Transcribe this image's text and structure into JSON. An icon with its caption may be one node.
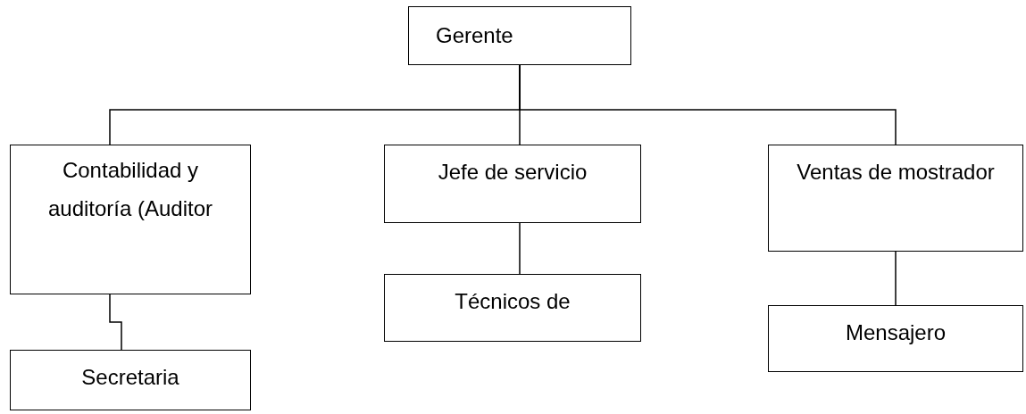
{
  "diagram": {
    "nodes": [
      {
        "text": [
          "Gerente"
        ]
      },
      {
        "text": [
          "Contabilidad y auditoría (Auditor"
        ]
      },
      {
        "text": [
          "Secretaria"
        ]
      },
      {
        "text": [
          "Jefe de servicio"
        ]
      },
      {
        "text": [
          "Técnicos de"
        ]
      },
      {
        "text": [
          "Ventas de mostrador"
        ]
      },
      {
        "text": [
          "Mensajero"
        ]
      }
    ],
    "edges": [
      {
        "from": 0,
        "to": 1,
        "arrow": "none"
      },
      {
        "from": 0,
        "to": 3,
        "arrow": "none"
      },
      {
        "from": 0,
        "to": 5,
        "arrow": "none"
      },
      {
        "from": 1,
        "to": 2,
        "arrow": "none"
      },
      {
        "from": 3,
        "to": 4,
        "arrow": "none"
      },
      {
        "from": 5,
        "to": 6,
        "arrow": "none"
      }
    ]
  }
}
